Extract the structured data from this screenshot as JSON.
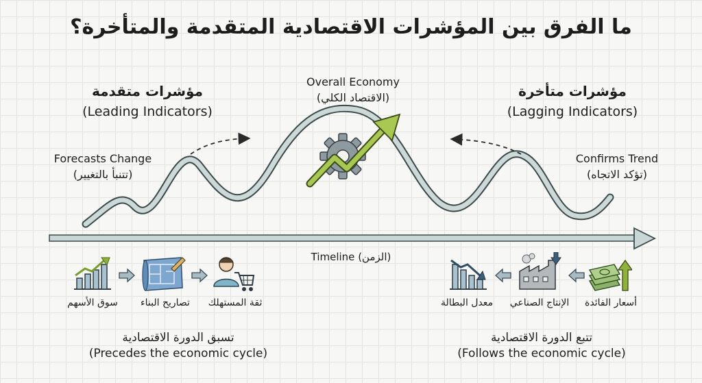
{
  "title": "ما الفرق بين المؤشرات الاقتصادية المتقدمة والمتأخرة؟",
  "leading": {
    "heading_ar": "مؤشرات متقدمة",
    "heading_en": "(Leading Indicators)",
    "note_en": "Forecasts Change",
    "note_ar": "(تتنبأ بالتغيير)",
    "items": [
      {
        "label": "سوق الأسهم",
        "icon": "bar-chart-up-icon"
      },
      {
        "label": "تصاريح البناء",
        "icon": "blueprint-icon"
      },
      {
        "label": "ثقة المستهلك",
        "icon": "consumer-cart-icon"
      }
    ],
    "footer_ar": "تسبق الدورة الاقتصادية",
    "footer_en": "(Precedes the economic cycle)"
  },
  "center": {
    "heading_en": "Overall Economy",
    "heading_ar": "(الاقتصاد الكلي)",
    "icon": "gear-growth-arrow-icon"
  },
  "lagging": {
    "heading_ar": "مؤشرات متأخرة",
    "heading_en": "(Lagging Indicators)",
    "note_en": "Confirms Trend",
    "note_ar": "(تؤكد الاتجاه)",
    "items": [
      {
        "label": "معدل البطالة",
        "icon": "bar-chart-down-icon"
      },
      {
        "label": "الإنتاج الصناعي",
        "icon": "factory-icon"
      },
      {
        "label": "أسعار الفائدة",
        "icon": "money-stack-icon"
      }
    ],
    "footer_ar": "تتبع الدورة الاقتصادية",
    "footer_en": "(Follows the economic cycle)"
  },
  "timeline": {
    "label_en": "Timeline",
    "label_ar": "(الزمن)"
  },
  "colors": {
    "wave_fill": "#c9d6d6",
    "wave_stroke": "#3a4a4a",
    "accent_green": "#8fb23a",
    "ink": "#1d1d1d"
  }
}
